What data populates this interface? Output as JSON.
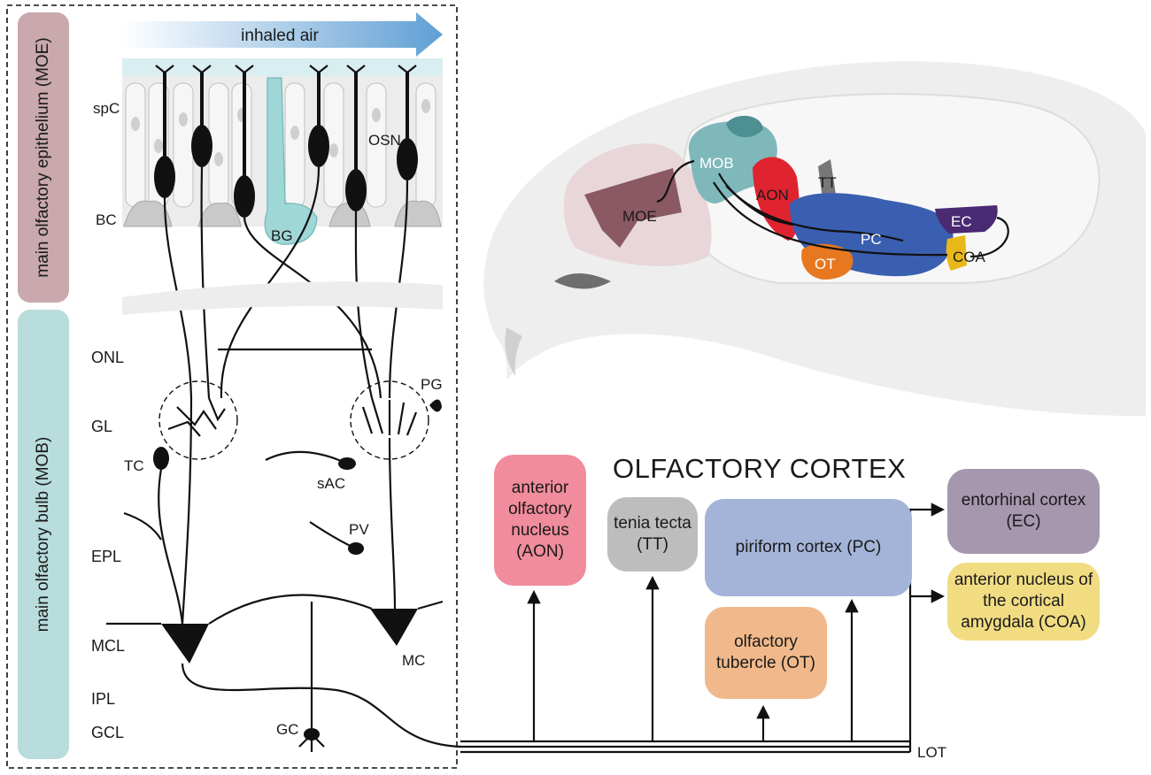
{
  "side_labels": {
    "moe": "main olfactory epithelium (MOE)",
    "mob": "main olfactory bulb (MOB)"
  },
  "airflow": "inhaled air",
  "epithelium_labels": {
    "spc": "spC",
    "osn": "OSN",
    "bc": "BC",
    "bg": "BG"
  },
  "bulb_layers": [
    "ONL",
    "GL",
    "EPL",
    "MCL",
    "IPL",
    "GCL"
  ],
  "bulb_cells": {
    "pg": "PG",
    "tc": "TC",
    "sac": "sAC",
    "pv": "PV",
    "mc": "MC",
    "gc": "GC"
  },
  "brain_regions": {
    "moe": "MOE",
    "mob": "MOB",
    "aon": "AON",
    "tt": "TT",
    "pc": "PC",
    "ot": "OT",
    "ec": "EC",
    "coa": "COA"
  },
  "cortex_title": "OLFACTORY CORTEX",
  "cortex_boxes": {
    "aon": "anterior olfactory nucleus (AON)",
    "tt": "tenia tecta (TT)",
    "pc": "piriform cortex (PC)",
    "ot": "olfactory tubercle (OT)",
    "ec": "entorhinal cortex (EC)",
    "coa": "anterior nucleus of the cortical amygdala (COA)"
  },
  "tract_label": "LOT",
  "colors": {
    "moe_band": "#c9a9ad",
    "mob_band": "#b9dcdc",
    "aon": "#f08c9b",
    "tt": "#bdbdbd",
    "pc": "#a3b4d8",
    "ot": "#f1b98b",
    "ec": "#a597ad",
    "coa": "#f1dc82",
    "mob_region": "#7fb8bb",
    "aon_region": "#e0242f",
    "pc_region": "#3a5fb0",
    "ot_region": "#e87820",
    "ec_region": "#4a2a72",
    "coa_region": "#e8b818",
    "moe_region": "#8a5963",
    "air_arrow": "#5f9fd4",
    "gland": "#8fd0d0"
  }
}
